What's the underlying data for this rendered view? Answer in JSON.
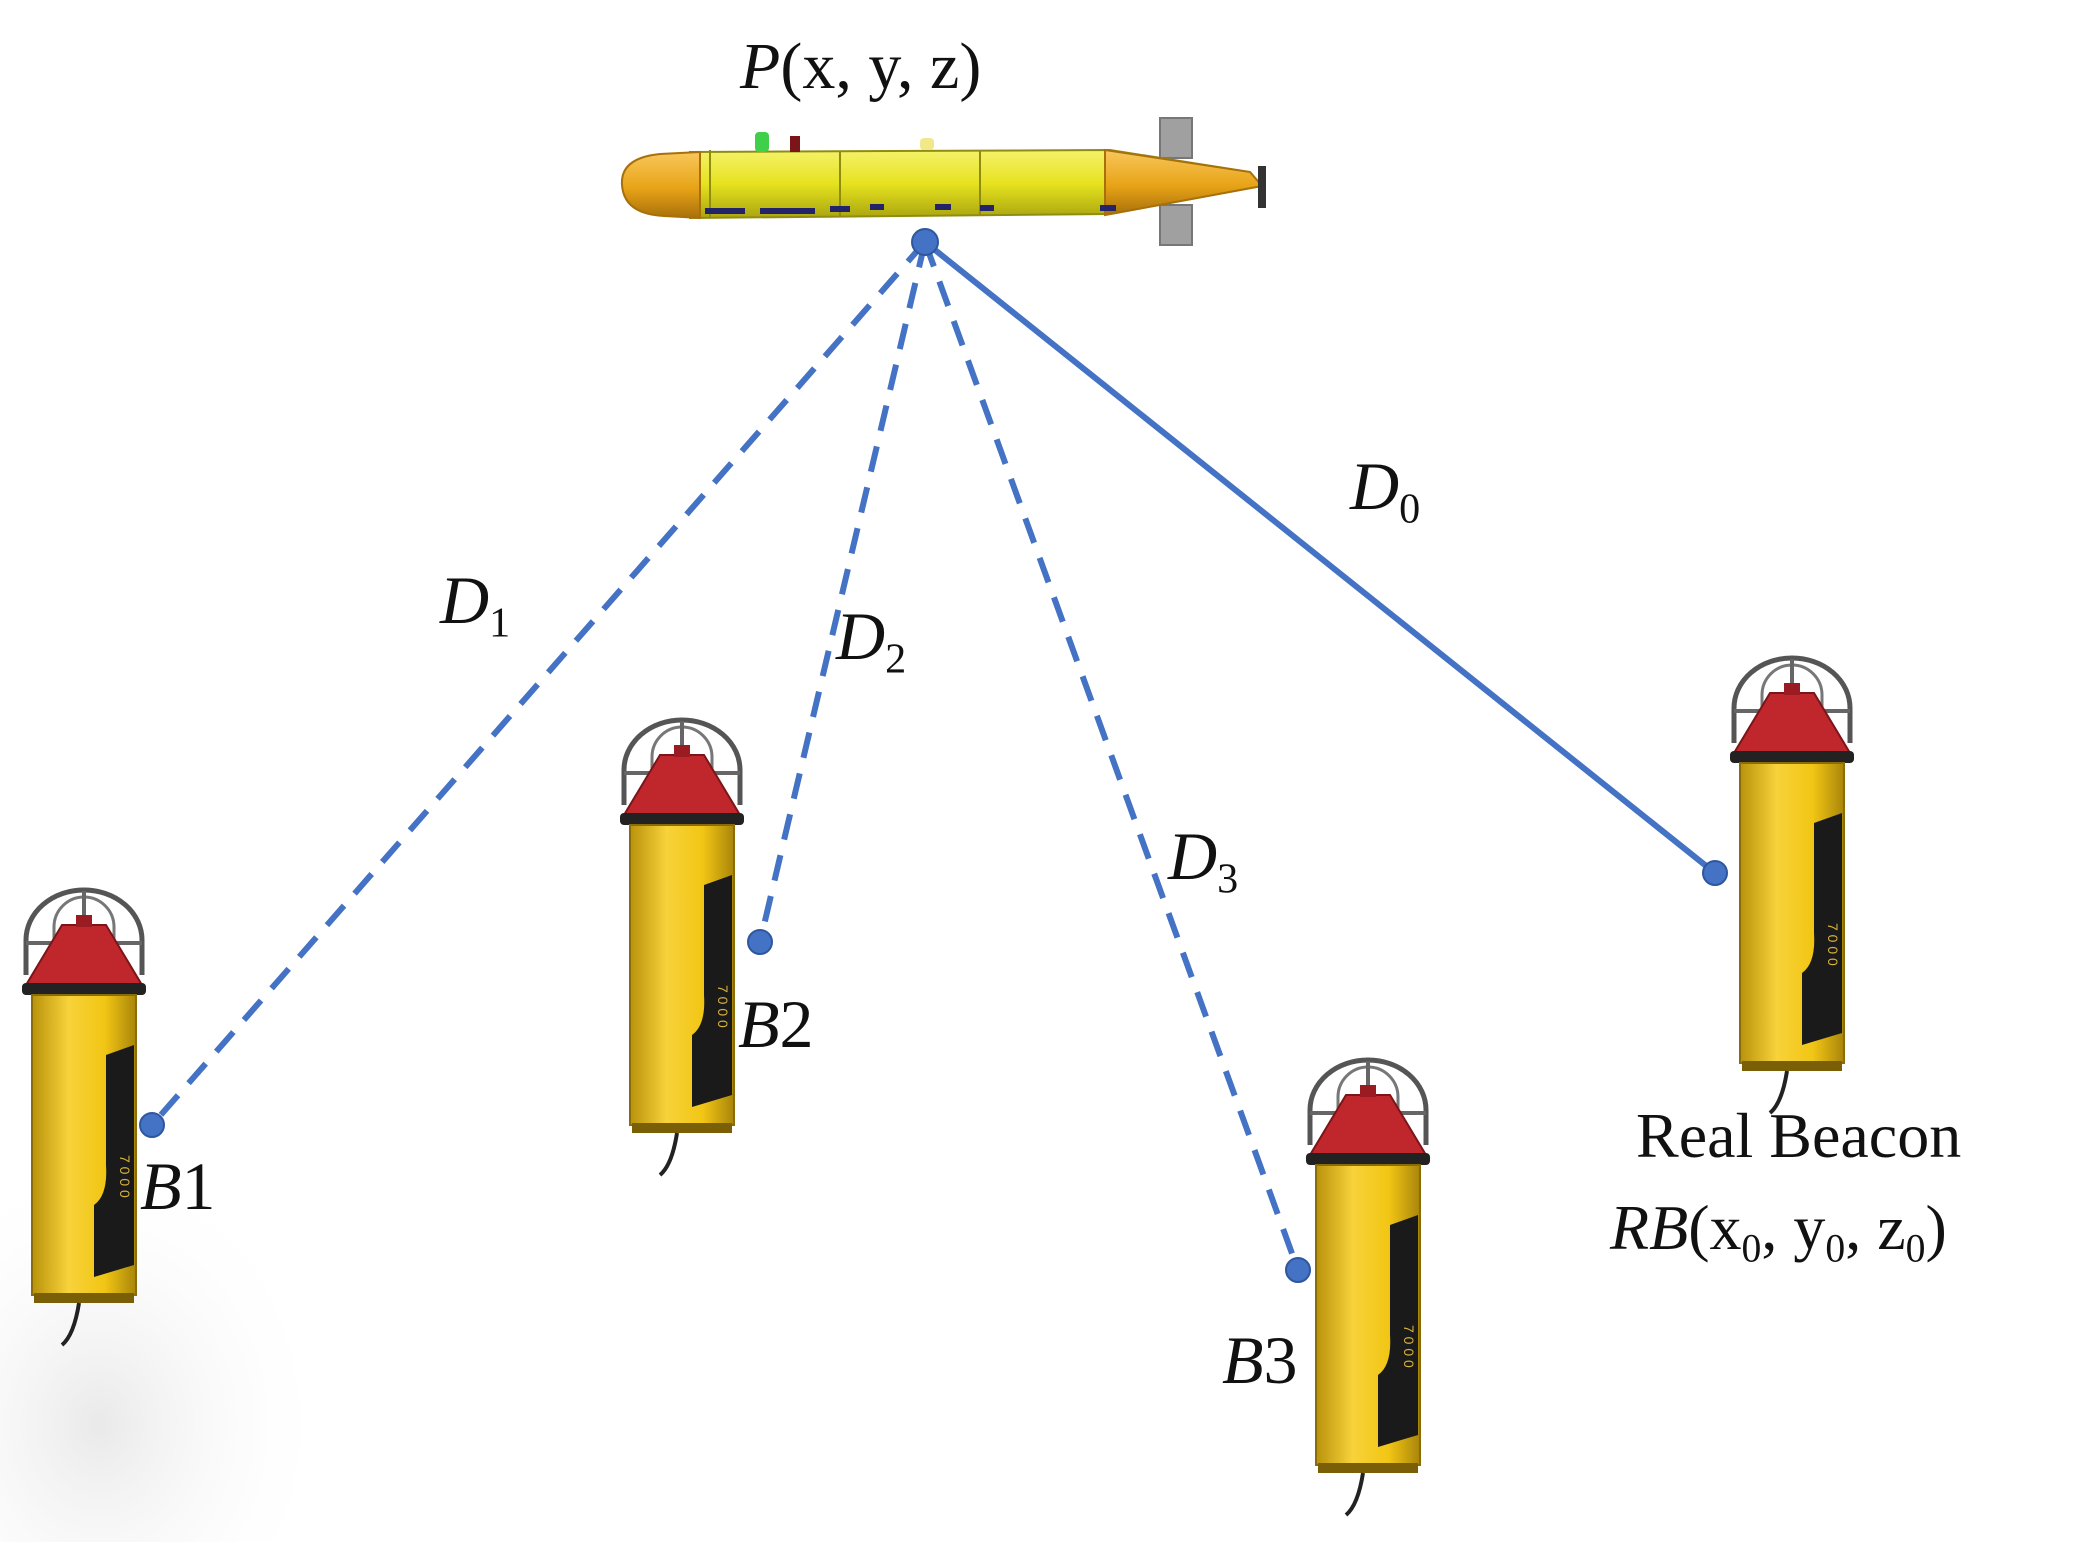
{
  "vehicle": {
    "label_var": "P",
    "label_open": "(",
    "label_coords": "x, y, z",
    "label_close": ")"
  },
  "distances": [
    {
      "var": "D",
      "sub": "1",
      "style": "dashed"
    },
    {
      "var": "D",
      "sub": "2",
      "style": "dashed"
    },
    {
      "var": "D",
      "sub": "3",
      "style": "dashed"
    },
    {
      "var": "D",
      "sub": "0",
      "style": "solid"
    }
  ],
  "beacons": [
    {
      "var": "B",
      "num": "1"
    },
    {
      "var": "B",
      "num": "2"
    },
    {
      "var": "B",
      "num": "3"
    }
  ],
  "real_beacon": {
    "title": "Real Beacon",
    "label_var": "RB",
    "label_open": "(",
    "coords": [
      {
        "var": "x",
        "sub": "0"
      },
      {
        "var": "y",
        "sub": "0"
      },
      {
        "var": "z",
        "sub": "0"
      }
    ],
    "separator": ", ",
    "label_close": ")"
  },
  "colors": {
    "line": "#4472C4",
    "node": "#4472C4",
    "beacon_body": "#F2C614",
    "beacon_cap": "#C0272D",
    "auv_body": "#E6E21E",
    "auv_nose": "#E8A317"
  }
}
